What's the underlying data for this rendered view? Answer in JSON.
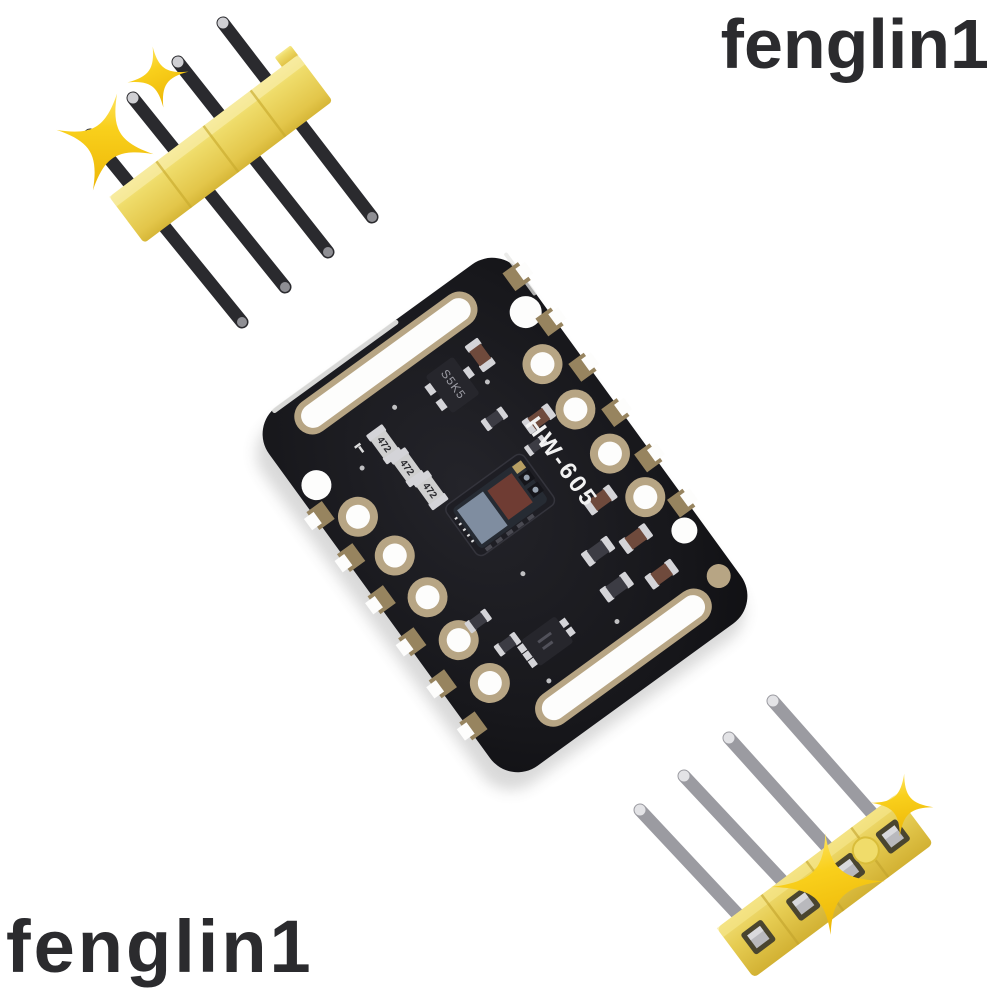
{
  "watermark": {
    "text": "fenglin1",
    "color": "#2b2b2e"
  },
  "pcb": {
    "model_label": "HW-605",
    "regulator_marking": "S5K5",
    "resistor_marking": "472"
  },
  "colors": {
    "background": "#ffffff",
    "watermark": "#2b2b2e",
    "pad-gold": "#b7a584",
    "pad-gold-dark": "#97845f",
    "hole": "#fdfdfc",
    "chip-dark": "#26262c",
    "silver": "#d4d4d8",
    "cap-brown": "#6f4a3c",
    "sensor-blue": "#7f8da0",
    "sensor-red": "#6f3c33",
    "silkscreen": "#f2f2f2",
    "pin-dark": "#2a2a2e",
    "pin-silver": "#9b9ba1",
    "header-yellow": "#ecd75e",
    "star-yellow": "#f8d018"
  }
}
